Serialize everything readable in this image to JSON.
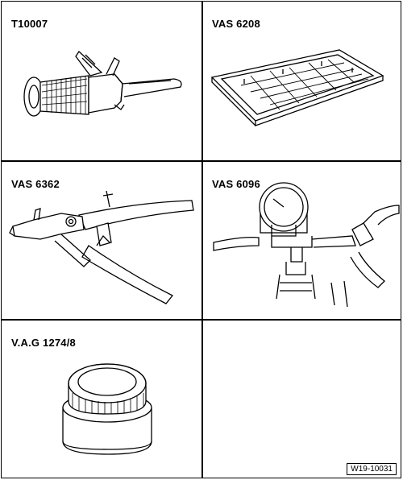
{
  "cells": [
    {
      "label": "T10007",
      "icon": "refractometer-icon"
    },
    {
      "label": "VAS 6208",
      "icon": "drip-tray-icon"
    },
    {
      "label": "VAS 6362",
      "icon": "hose-clip-pliers-icon"
    },
    {
      "label": "VAS 6096",
      "icon": "cooling-system-tester-icon"
    },
    {
      "label": "V.A.G 1274/8",
      "icon": "adapter-cap-icon"
    },
    {
      "label": ""
    }
  ],
  "figure_ref": "W19-10031"
}
